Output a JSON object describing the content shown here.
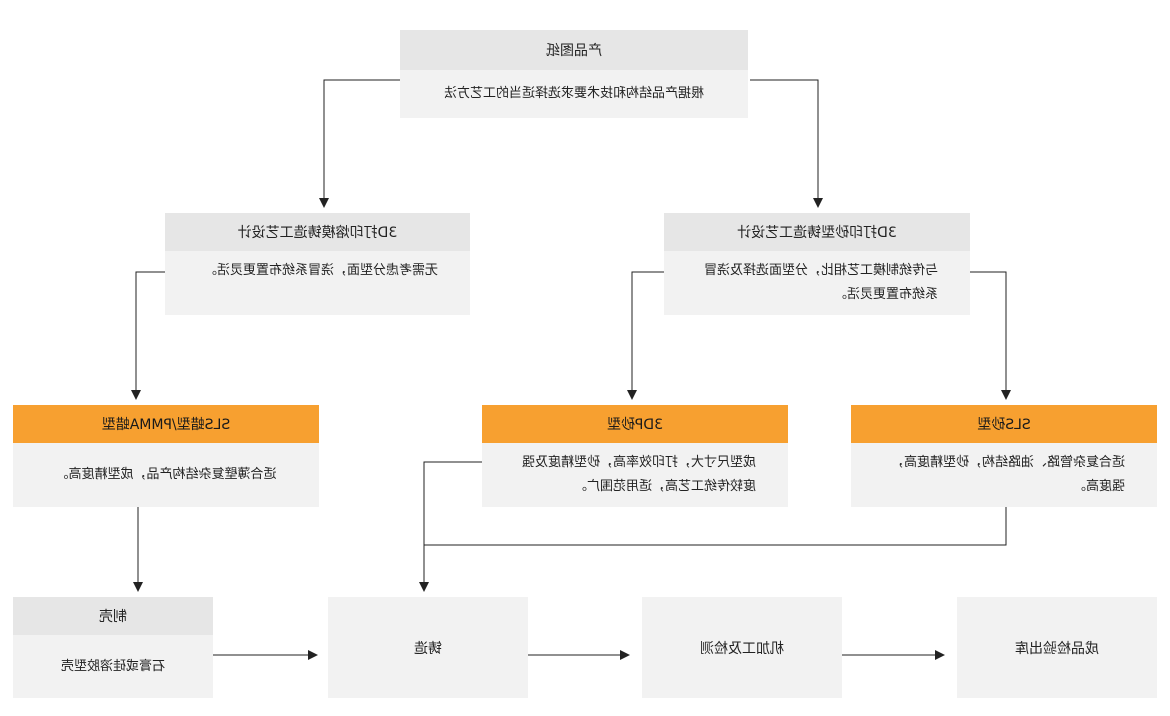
{
  "nodes": {
    "drawing": {
      "title": "产品图纸",
      "desc": "根据产品结构和技术要求选择适当的工艺方法"
    },
    "sand_design": {
      "title": "3D打印砂型铸造工艺设计",
      "desc": "与传统制模工艺相比，分型面选择及浇冒系统布置更灵活。"
    },
    "invest_design": {
      "title": "3D打印熔模铸造工艺设计",
      "desc": "无需考虑分型面，浇冒系统布置更灵活。"
    },
    "sls_sand": {
      "title": "SLS砂型",
      "desc": "适合复杂管路、油路结构，砂型精度高，强度高。"
    },
    "dp_sand": {
      "title": "3DP砂型",
      "desc": "成型尺寸大，打印效率高，砂型精度及强度较传统工艺高，适用范围广。"
    },
    "sls_wax": {
      "title": "SLS蜡型/PMMA蜡型",
      "desc": "适合薄壁复杂结构产品，成型精度高。"
    },
    "shell": {
      "title": "制壳",
      "desc": "石膏或硅溶胶型壳"
    },
    "casting": {
      "label": "铸造"
    },
    "machining": {
      "label": "机加工及检测"
    },
    "inspection": {
      "label": "成品检验出库"
    }
  },
  "colors": {
    "orange": "#f7a030",
    "header_gray": "#e6e6e6",
    "body_gray": "#f2f2f2",
    "line": "#222222"
  }
}
